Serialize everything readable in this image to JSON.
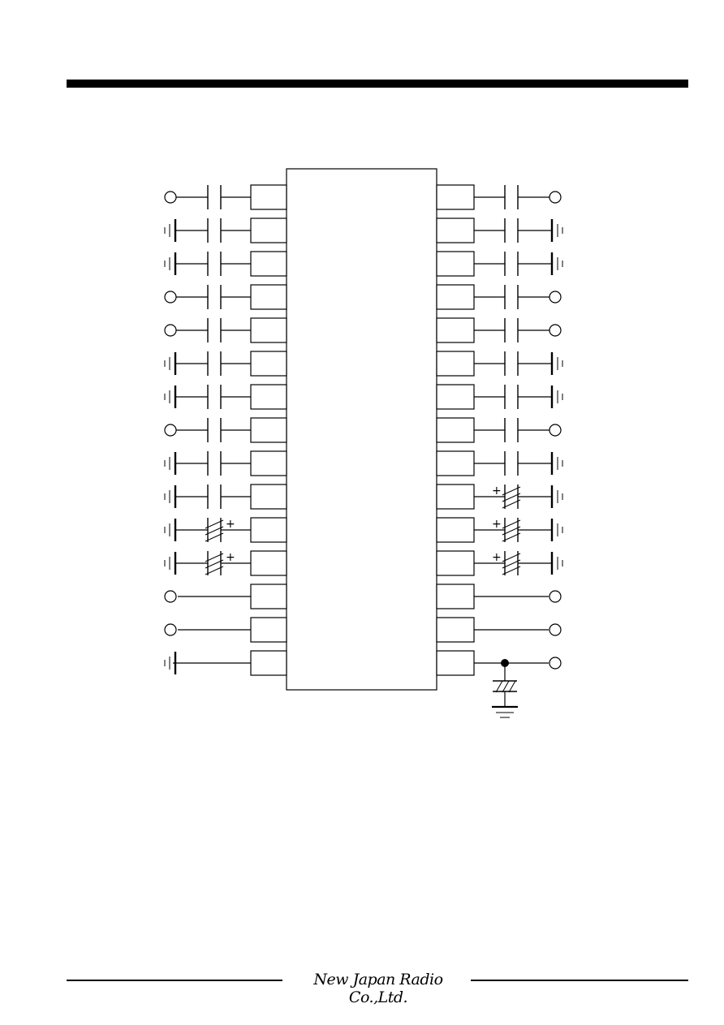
{
  "footer": {
    "brand": "New Japan Radio Co.,Ltd."
  },
  "diagram": {
    "left_pins": [
      {
        "terminal": "open",
        "part": "cap"
      },
      {
        "terminal": "ground",
        "part": "cap"
      },
      {
        "terminal": "ground",
        "part": "cap"
      },
      {
        "terminal": "open",
        "part": "cap"
      },
      {
        "terminal": "open",
        "part": "cap"
      },
      {
        "terminal": "ground",
        "part": "cap"
      },
      {
        "terminal": "ground",
        "part": "cap"
      },
      {
        "terminal": "open",
        "part": "cap"
      },
      {
        "terminal": "ground",
        "part": "cap"
      },
      {
        "terminal": "ground",
        "part": "cap"
      },
      {
        "terminal": "ground",
        "part": "elcap"
      },
      {
        "terminal": "ground",
        "part": "elcap"
      },
      {
        "terminal": "open",
        "part": "wire"
      },
      {
        "terminal": "open",
        "part": "wire"
      },
      {
        "terminal": "ground",
        "part": "wire"
      }
    ],
    "right_pins": [
      {
        "terminal": "open",
        "part": "cap"
      },
      {
        "terminal": "ground",
        "part": "cap"
      },
      {
        "terminal": "ground",
        "part": "cap"
      },
      {
        "terminal": "open",
        "part": "cap"
      },
      {
        "terminal": "open",
        "part": "cap"
      },
      {
        "terminal": "ground",
        "part": "cap"
      },
      {
        "terminal": "ground",
        "part": "cap"
      },
      {
        "terminal": "open",
        "part": "cap"
      },
      {
        "terminal": "ground",
        "part": "cap"
      },
      {
        "terminal": "ground",
        "part": "elcap"
      },
      {
        "terminal": "ground",
        "part": "elcap"
      },
      {
        "terminal": "ground",
        "part": "elcap"
      },
      {
        "terminal": "open",
        "part": "wire"
      },
      {
        "terminal": "open",
        "part": "wire"
      },
      {
        "terminal": "open",
        "part": "wire-shunt-elcap"
      }
    ]
  }
}
